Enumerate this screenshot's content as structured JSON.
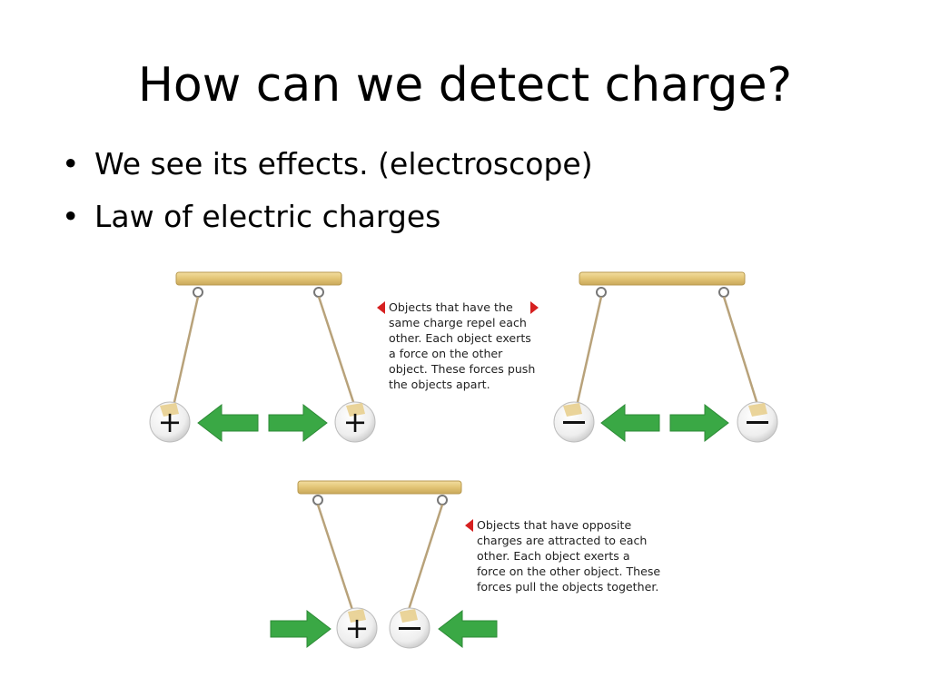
{
  "title": "How can we detect charge?",
  "bullets": [
    "We see its effects. (electroscope)",
    "Law of electric charges"
  ],
  "captions": {
    "same_charge": [
      "Objects that have the",
      "same charge repel each",
      "other. Each object exerts",
      "a force on the other",
      "object. These forces push",
      "the objects apart."
    ],
    "opposite_charge": [
      "Objects that have opposite",
      "charges are attracted to each",
      "other. Each object exerts a",
      "force on the other object. These",
      "forces pull the objects together."
    ]
  },
  "colors": {
    "arrow_green": "#3aa845",
    "pointer_red": "#d62020",
    "rod_wood": "#e4c97e",
    "string": "#b8a27a"
  },
  "icons": {
    "bullet": "•",
    "arrow": "green-block-arrow",
    "pointer": "red-triangle-pointer"
  }
}
